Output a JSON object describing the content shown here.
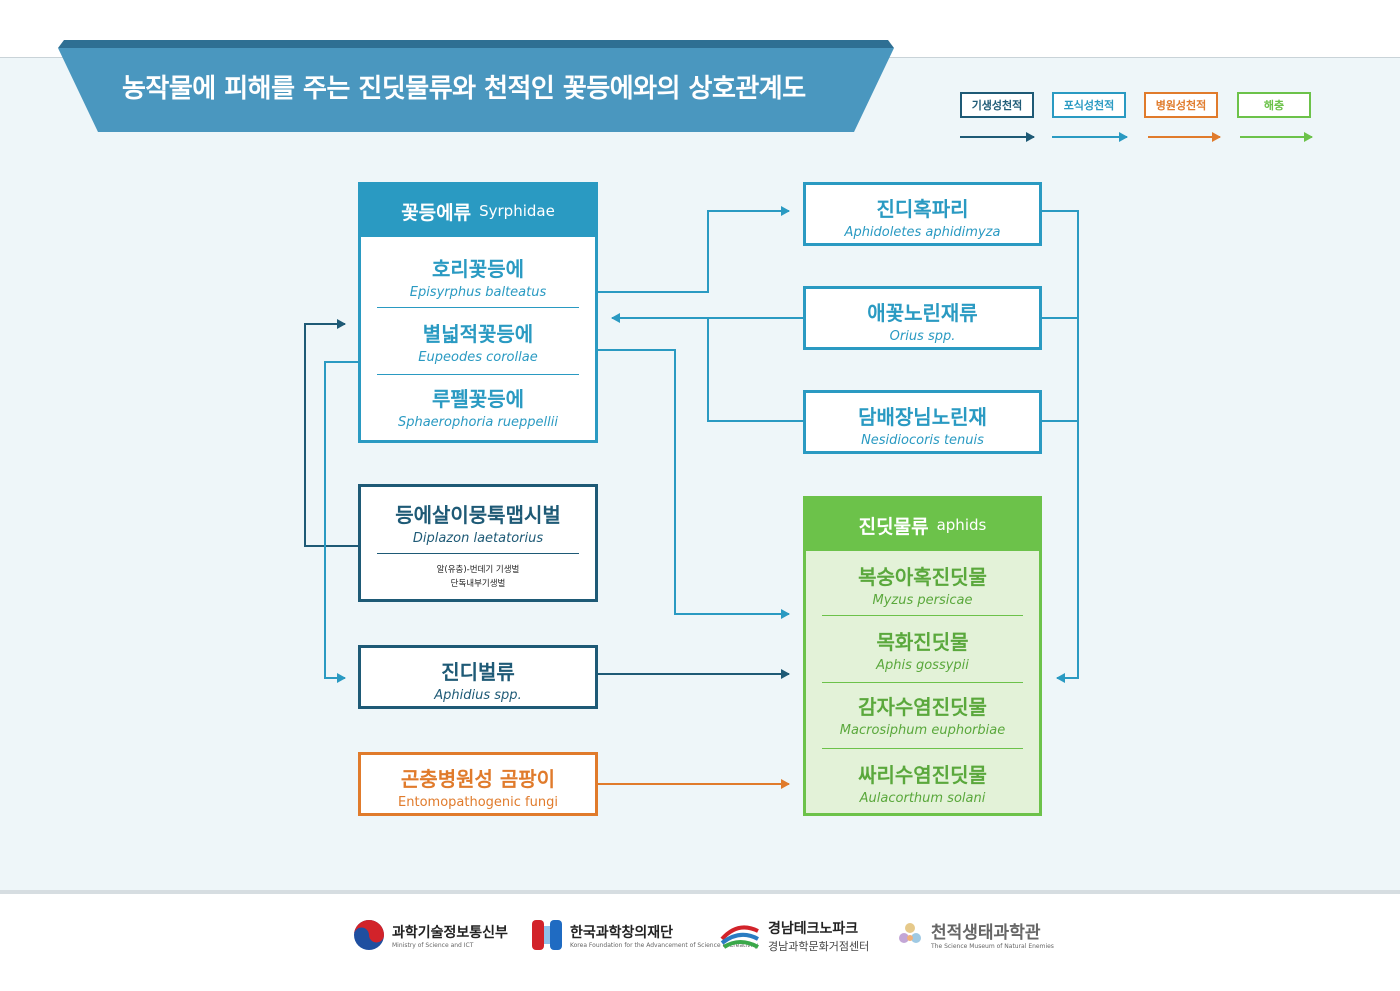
{
  "title": "농작물에 피해를 주는 진딧물류와 천적인 꽃등에와의 상호관계도",
  "legend": [
    {
      "label": "기생성천적",
      "color": "#1e5a76"
    },
    {
      "label": "포식성천적",
      "color": "#2a9ac2"
    },
    {
      "label": "병원성천적",
      "color": "#e07b2c"
    },
    {
      "label": "해충",
      "color": "#6cc24a"
    }
  ],
  "syrphidae": {
    "title_ko": "꽃등에류",
    "title_sci": "Syrphidae",
    "items": [
      {
        "ko": "호리꽃등에",
        "sci": "Episyrphus balteatus"
      },
      {
        "ko": "별넓적꽃등에",
        "sci": "Eupeodes corollae"
      },
      {
        "ko": "루펠꽃등에",
        "sci": "Sphaerophoria rueppellii"
      }
    ]
  },
  "diplazon": {
    "ko": "등에살이뭉툭맵시벌",
    "sci": "Diplazon laetatorius",
    "note1": "알(유충)-번데기 기생벌",
    "note2": "단독내부기생벌"
  },
  "aphidius": {
    "ko": "진디벌류",
    "sci": "Aphidius spp."
  },
  "fungi": {
    "ko": "곤충병원성 곰팡이",
    "sci": "Entomopathogenic fungi"
  },
  "aphidoletes": {
    "ko": "진디혹파리",
    "sci": "Aphidoletes aphidimyza"
  },
  "orius": {
    "ko": "애꽃노린재류",
    "sci": "Orius spp."
  },
  "nesidiocoris": {
    "ko": "담배장님노린재",
    "sci": "Nesidiocoris tenuis"
  },
  "aphids": {
    "title_ko": "진딧물류",
    "title_sci": "aphids",
    "items": [
      {
        "ko": "복숭아혹진딧물",
        "sci": "Myzus persicae"
      },
      {
        "ko": "목화진딧물",
        "sci": "Aphis gossypii"
      },
      {
        "ko": "감자수염진딧물",
        "sci": "Macrosiphum euphorbiae"
      },
      {
        "ko": "싸리수염진딧물",
        "sci": "Aulacorthum solani"
      }
    ]
  },
  "logos": [
    {
      "name": "과학기술정보통신부",
      "sub": "Ministry of Science and ICT"
    },
    {
      "name": "한국과학창의재단",
      "sub": "Korea Foundation for the Advancement of Science & Creativity"
    },
    {
      "name": "경남테크노파크",
      "sub": "경남과학문화거점센터"
    },
    {
      "name": "천적생태과학관",
      "sub": "The Science Museum of Natural Enemies"
    }
  ],
  "colors": {
    "dark": "#1e5a76",
    "blue": "#2a9ac2",
    "orange": "#e07b2c",
    "green": "#6cc24a"
  }
}
